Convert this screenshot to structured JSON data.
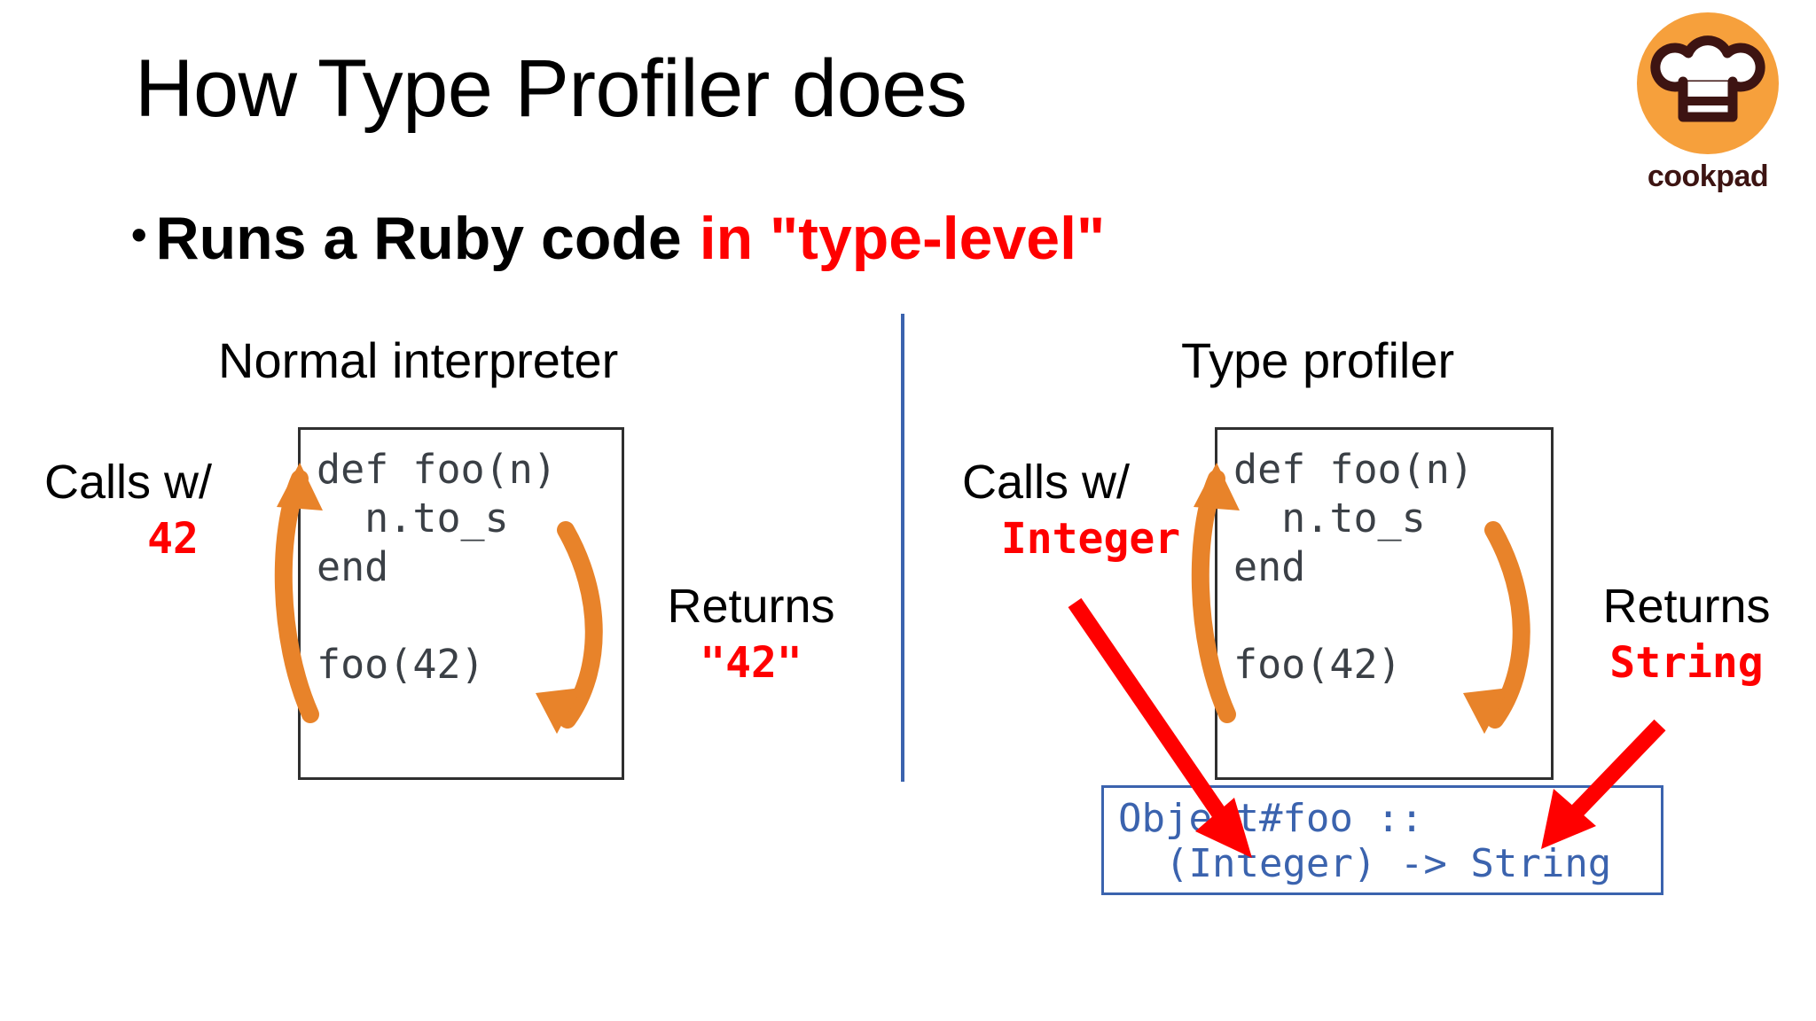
{
  "slide": {
    "title": "How Type Profiler does",
    "bullet": {
      "marker": "•",
      "text": "Runs a Ruby code",
      "accent": "in \"type-level\""
    }
  },
  "logo": {
    "name": "cookpad-logo",
    "wordmark": "cookpad",
    "badge_color": "#F6A03C",
    "mark_color": "#3D1412",
    "icon": "chef-hat-icon"
  },
  "divider": {
    "color": "#3B63AE"
  },
  "panels": [
    {
      "id": "normal-interpreter",
      "heading": "Normal interpreter",
      "code": "def foo(n)\n  n.to_s\nend\n\nfoo(42)",
      "call_label": "Calls w/",
      "call_value": "42",
      "return_label": "Returns",
      "return_value": "\"42\"",
      "arrow_color": "#E8832A"
    },
    {
      "id": "type-profiler",
      "heading": "Type profiler",
      "code": "def foo(n)\n  n.to_s\nend\n\nfoo(42)",
      "call_label": "Calls w/",
      "call_value": "Integer",
      "return_label": "Returns",
      "return_value": "String",
      "arrow_color": "#E8832A"
    }
  ],
  "signature": {
    "line1": "Object#foo ::",
    "line2": "  (Integer) -> String",
    "text": "Object#foo ::\n  (Integer) -> String",
    "color": "#3B63AE"
  },
  "annotations": {
    "red_arrow_color": "#FF0000",
    "accent_red": "#FF0000",
    "code_text_color": "#3B4046"
  }
}
